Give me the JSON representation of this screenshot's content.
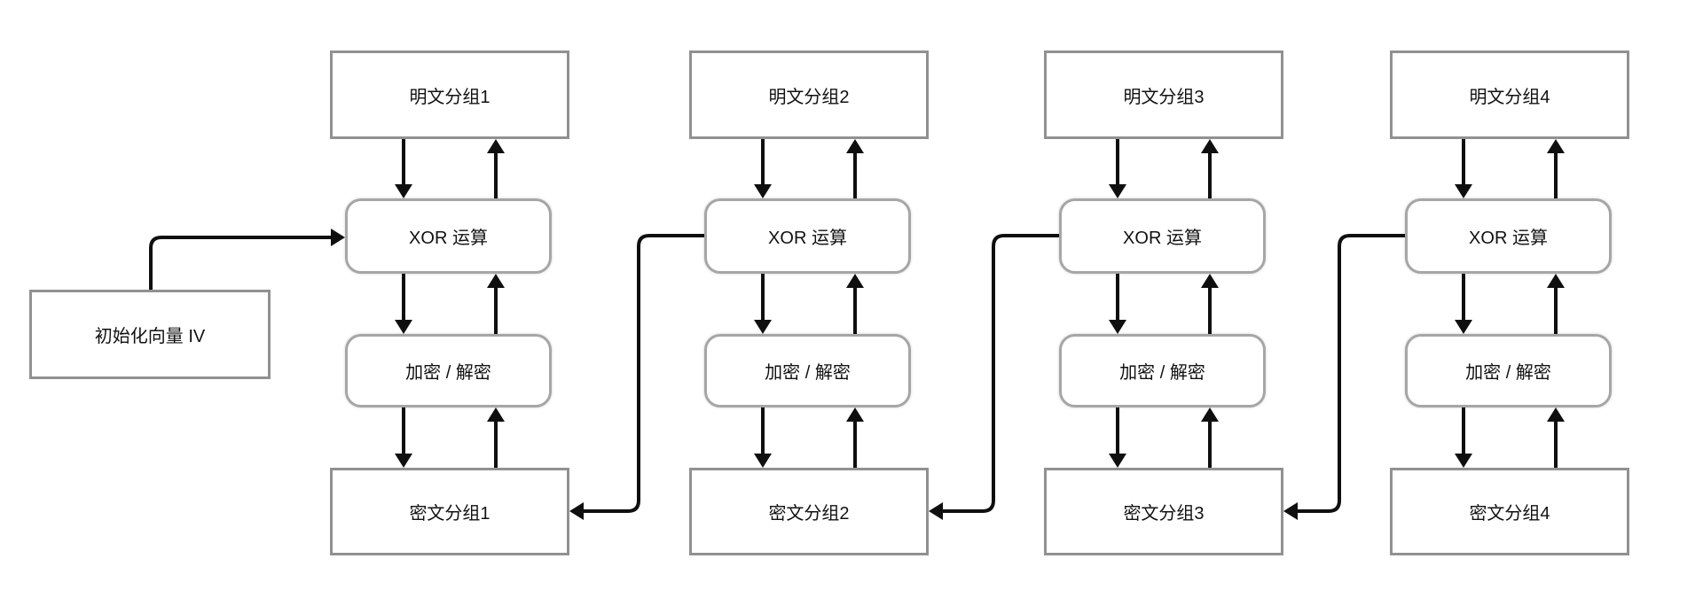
{
  "diagram": {
    "iv_label": "初始化向量 IV",
    "columns": [
      {
        "plaintext": "明文分组1",
        "xor": "XOR 运算",
        "cipher": "加密 / 解密",
        "ciphertext": "密文分组1"
      },
      {
        "plaintext": "明文分组2",
        "xor": "XOR 运算",
        "cipher": "加密 / 解密",
        "ciphertext": "密文分组2"
      },
      {
        "plaintext": "明文分组3",
        "xor": "XOR 运算",
        "cipher": "加密 / 解密",
        "ciphertext": "密文分组3"
      },
      {
        "plaintext": "明文分组4",
        "xor": "XOR 运算",
        "cipher": "加密 / 解密",
        "ciphertext": "密文分组4"
      }
    ],
    "colors": {
      "line": "#0f0f0f",
      "box_border": "#919191",
      "rounded_border": "#a6a6a6",
      "text": "#111111",
      "background": "#ffffff"
    }
  }
}
